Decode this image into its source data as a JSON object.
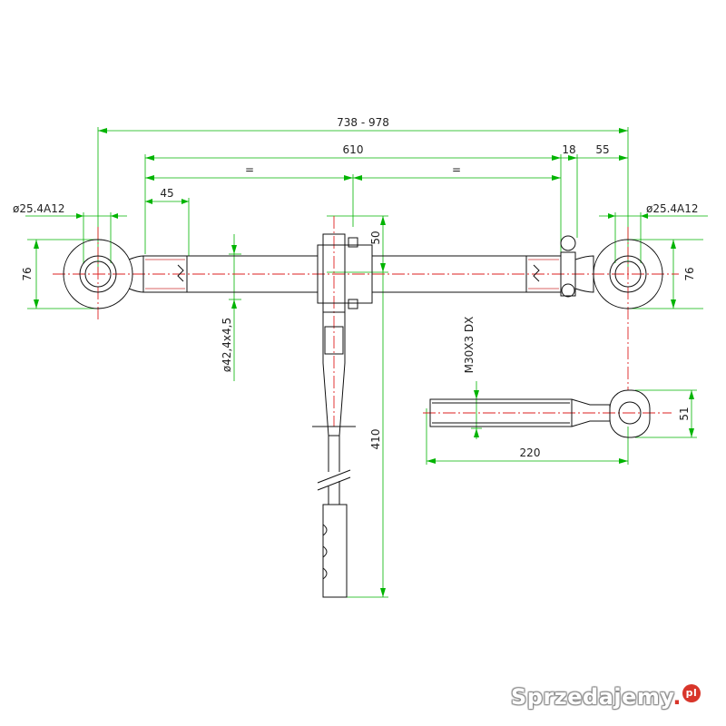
{
  "dimensions": {
    "overall_length": "738 - 978",
    "center_length": "610",
    "equal_left": "=",
    "equal_right": "=",
    "end_offset": "18",
    "end_length": "55",
    "thread_length": "45",
    "left_bore": "ø25.4A12",
    "right_bore": "ø25.4A12",
    "left_eye_height": "76",
    "right_eye_height": "76",
    "tube_spec": "ø42,4x4,5",
    "handle_width": "50",
    "handle_length": "410",
    "thread_spec": "M30X3 DX",
    "detail_height": "51",
    "detail_length": "220"
  },
  "watermark": {
    "text": "Sprzedajemy",
    "dot": ".",
    "suffix": "pl"
  },
  "colors": {
    "dimension": "#00b400",
    "centerline": "#d22222",
    "outline": "#111111",
    "watermark_accent": "#d8352a"
  }
}
